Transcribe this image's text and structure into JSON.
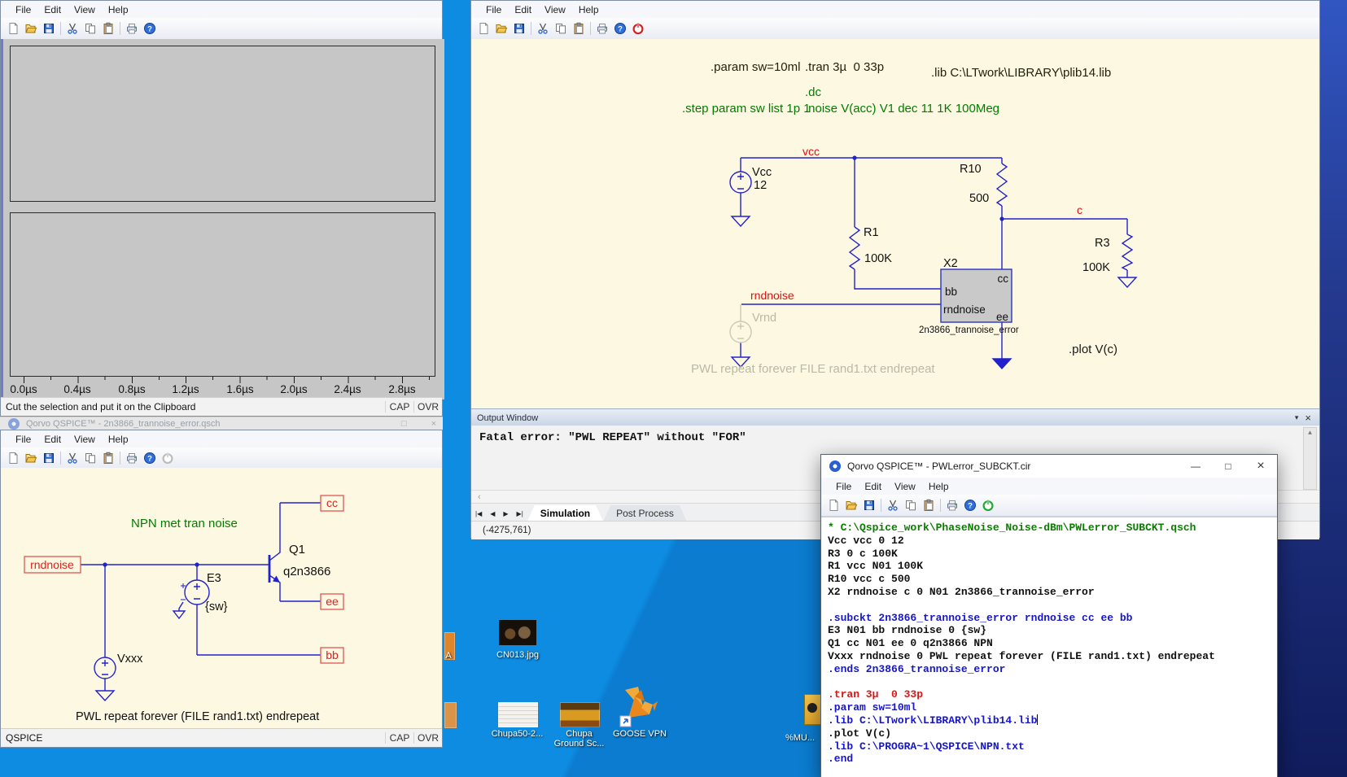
{
  "menu": [
    "File",
    "Edit",
    "View",
    "Help"
  ],
  "status_flags": {
    "cap": "CAP",
    "ovr": "OVR"
  },
  "colors": {
    "wire_blue": "#2222cc",
    "net_red": "#dd1111",
    "directive_green": "#007d00",
    "canvas_yellow": "#fdf8e2",
    "desktop_blue": "#0d8ce2",
    "component_gray": "#c9c9c9"
  },
  "waveform_window": {
    "axis_labels": [
      "0.0µs",
      "0.4µs",
      "0.8µs",
      "1.2µs",
      "1.6µs",
      "2.0µs",
      "2.4µs",
      "2.8µs"
    ],
    "status_text": "Cut the selection and put it on the Clipboard"
  },
  "ghost_window": {
    "title": "Qorvo QSPICE™  - 2n3866_trannoise_error.qsch"
  },
  "subckt_window": {
    "annotation": "NPN met tran noise",
    "port_rndnoise": "rndnoise",
    "port_cc": "cc",
    "port_ee": "ee",
    "port_bb": "bb",
    "q1_ref": "Q1",
    "q1_val": "q2n3866",
    "e3_ref": "E3",
    "e3_val": "{sw}",
    "vxxx_ref": "Vxxx",
    "pwl": "PWL repeat forever (FILE rand1.txt) endrepeat",
    "status_app": "QSPICE"
  },
  "main_window": {
    "directives": {
      "param": ".param sw=10ml",
      "tran": ".tran 3µ  0 33p",
      "lib": ".lib C:\\LTwork\\LIBRARY\\plib14.lib",
      "dc": ".dc",
      "step": ".step param sw list 1p 1",
      "noise": ".noise V(acc) V1 dec 11 1K 100Meg",
      "plot": ".plot V(c)"
    },
    "net_vcc": "vcc",
    "net_c": "c",
    "net_rndnoise": "rndnoise",
    "vcc_ref": "Vcc",
    "vcc_val": "12",
    "r1_ref": "R1",
    "r1_val": "100K",
    "r10_ref": "R10",
    "r10_val": "500",
    "r3_ref": "R3",
    "r3_val": "100K",
    "x2_ref": "X2",
    "x2_sub": "2n3866_trannoise_error",
    "pin_cc": "cc",
    "pin_bb": "bb",
    "pin_rnd": "rndnoise",
    "pin_ee": "ee",
    "vrnd_ref": "Vrnd",
    "pwl": "PWL repeat forever FILE rand1.txt endrepeat"
  },
  "output_window": {
    "title": "Output Window",
    "message": "Fatal error: \"PWL REPEAT\" without \"FOR\"",
    "tab_sim": "Simulation",
    "tab_post": "Post Process",
    "coords": "(-4275,761)"
  },
  "netlist_window": {
    "title": "Qorvo QSPICE™ - PWLerror_SUBCKT.cir",
    "lines": [
      {
        "text": "* C:\\Qspice_work\\PhaseNoise_Noise-dBm\\PWLerror_SUBCKT.qsch"
      },
      {
        "text": "Vcc vcc 0 12"
      },
      {
        "text": "R3 0 c 100K"
      },
      {
        "text": "R1 vcc N01 100K"
      },
      {
        "text": "R10 vcc c 500"
      },
      {
        "text": "X2 rndnoise c 0 N01 2n3866_trannoise_error"
      },
      {
        "text": ""
      },
      {
        "text": ".subckt 2n3866_trannoise_error rndnoise cc ee bb"
      },
      {
        "text": "E3 N01 bb rndnoise 0 {sw}"
      },
      {
        "text": "Q1 cc N01 ee 0 q2n3866 NPN"
      },
      {
        "bold": "Vxxx",
        "rest": " rndnoise 0 PWL repeat forever (FILE rand1.txt) endrepeat"
      },
      {
        "text": ".ends 2n3866_trannoise_error"
      },
      {
        "text": ""
      },
      {
        "text": ".tran 3µ  0 33p"
      },
      {
        "text": ".param sw=10ml"
      },
      {
        "text": ".lib C:\\LTwork\\LIBRARY\\plib14.lib"
      },
      {
        "text": ".plot V(c)"
      },
      {
        "text": ".lib C:\\PROGRA~1\\QSPICE\\NPN.txt"
      },
      {
        "text": ".end"
      }
    ]
  },
  "desktop": {
    "icon_cn013": "CN013.jpg",
    "icon_chupa50": "Chupa50-2...",
    "icon_chupa_g1": "Chupa",
    "icon_chupa_g2": "Ground Sc...",
    "icon_goose": "GOOSE VPN",
    "icon_mu": "%MU..."
  }
}
